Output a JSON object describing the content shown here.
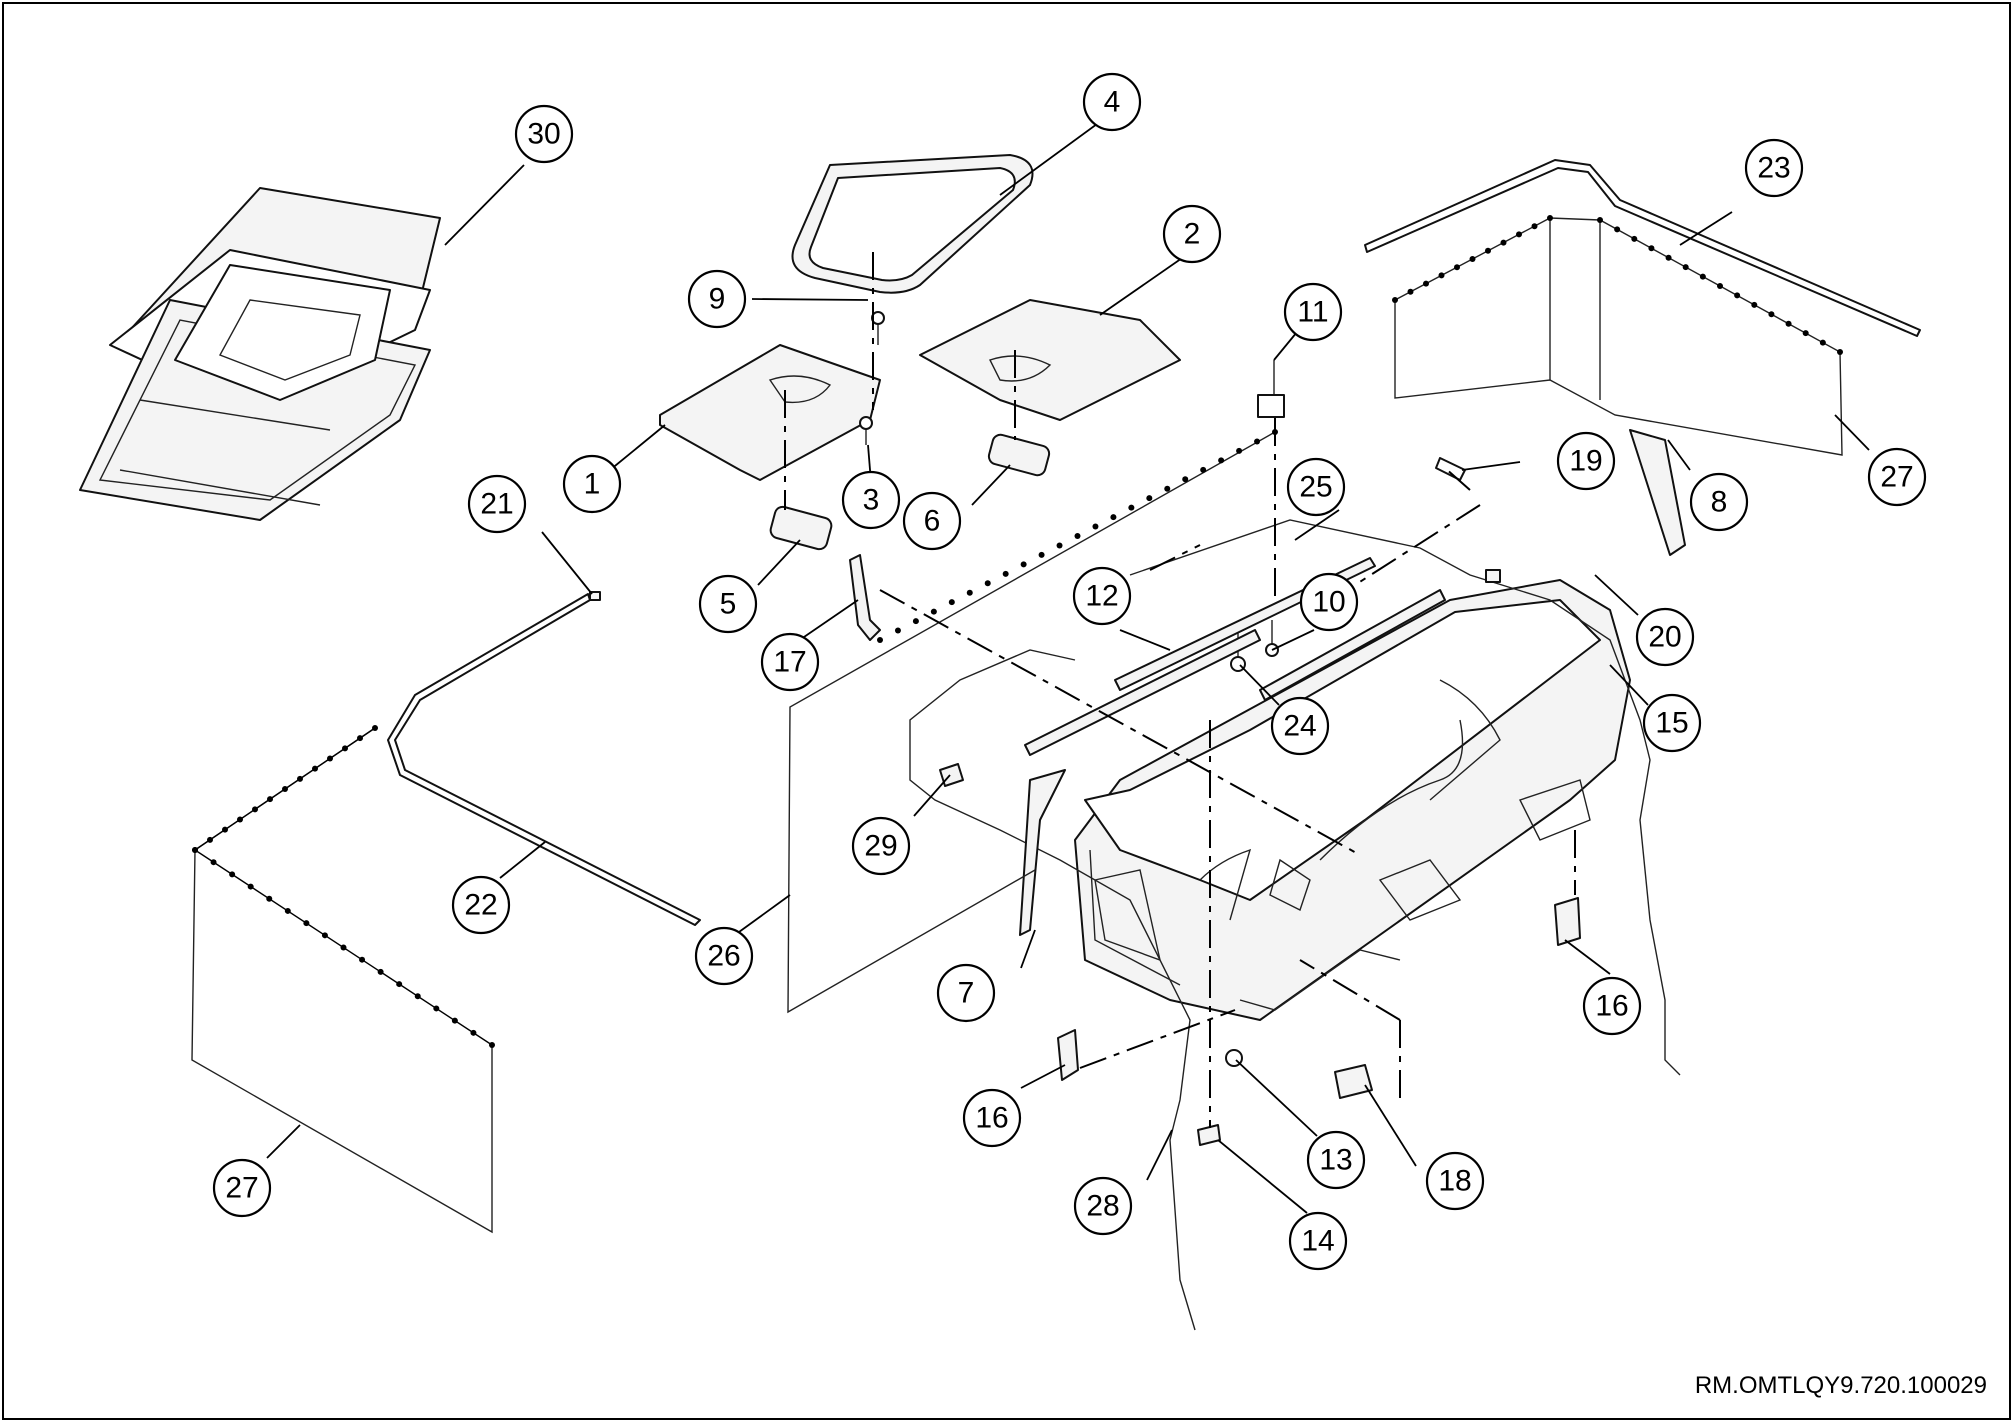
{
  "document_id": "RM.OMTLQY9.720.100029",
  "callouts": [
    {
      "label": "1"
    },
    {
      "label": "2"
    },
    {
      "label": "3"
    },
    {
      "label": "4"
    },
    {
      "label": "5"
    },
    {
      "label": "6"
    },
    {
      "label": "7"
    },
    {
      "label": "8"
    },
    {
      "label": "9"
    },
    {
      "label": "10"
    },
    {
      "label": "11"
    },
    {
      "label": "12"
    },
    {
      "label": "13"
    },
    {
      "label": "14"
    },
    {
      "label": "15"
    },
    {
      "label": "16"
    },
    {
      "label": "16"
    },
    {
      "label": "17"
    },
    {
      "label": "18"
    },
    {
      "label": "19"
    },
    {
      "label": "20"
    },
    {
      "label": "21"
    },
    {
      "label": "22"
    },
    {
      "label": "23"
    },
    {
      "label": "24"
    },
    {
      "label": "25"
    },
    {
      "label": "26"
    },
    {
      "label": "27"
    },
    {
      "label": "27"
    },
    {
      "label": "28"
    },
    {
      "label": "29"
    },
    {
      "label": "30"
    }
  ]
}
